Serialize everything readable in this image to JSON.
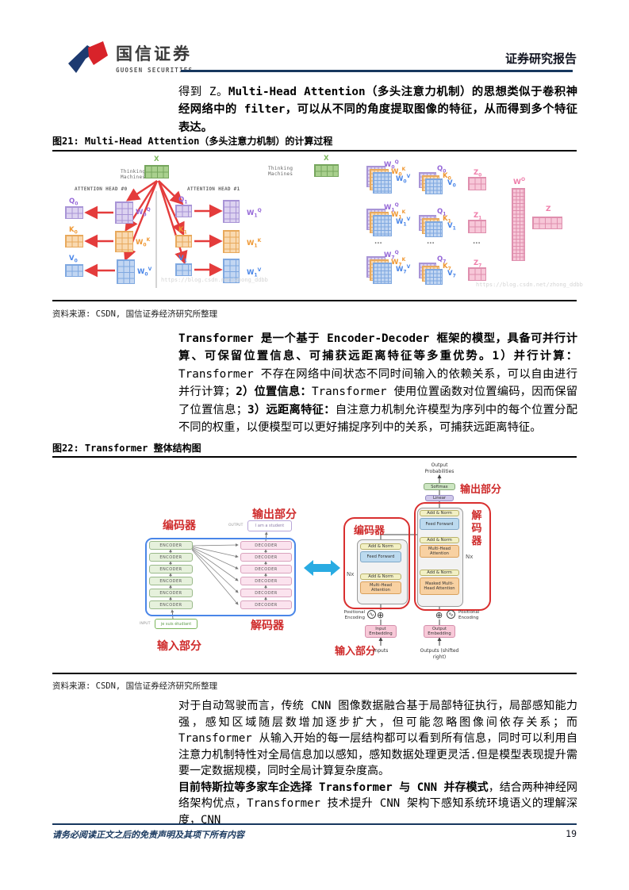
{
  "colors": {
    "navy": "#17375e",
    "annotation_red": "#cf2b2b",
    "arrow_red": "#e43c3c",
    "arrow_cyan": "#29abe2"
  },
  "header": {
    "brand_cn": "国信证券",
    "brand_en": "GUOSEN SECURITIES",
    "report_type": "证券研究报告"
  },
  "p1": {
    "normal": "得到 Z。",
    "bold": "Multi-Head Attention（多头注意力机制）的思想类似于卷积神经网络中的 filter，可以从不同的角度提取图像的特征，从而得到多个特征表达。"
  },
  "fig21": {
    "title": "图21: Multi-Head Attention（多头注意力机制）的计算过程",
    "source": "资料来源: CSDN, 国信证券经济研究所整理",
    "watermark": "https://blog.csdn.net/zhong_ddbb",
    "left": {
      "thinking": "Thinking Machines",
      "x_label": "X",
      "head0": "ATTENTION HEAD #0",
      "head1": "ATTENTION HEAD #1",
      "q0": {
        "b": "Q",
        "s": "0"
      },
      "k0": {
        "b": "K",
        "s": "0"
      },
      "v0": {
        "b": "V",
        "s": "0"
      },
      "q1": {
        "b": "Q",
        "s": "1"
      },
      "k1": {
        "b": "K",
        "s": "1"
      },
      "v1": {
        "b": "V",
        "s": "1"
      },
      "w0q": {
        "b": "W",
        "s": "0",
        "p": "Q"
      },
      "w0k": {
        "b": "W",
        "s": "0",
        "p": "K"
      },
      "w0v": {
        "b": "W",
        "s": "0",
        "p": "V"
      },
      "w1q": {
        "b": "W",
        "s": "1",
        "p": "Q"
      },
      "w1k": {
        "b": "W",
        "s": "1",
        "p": "K"
      },
      "w1v": {
        "b": "W",
        "s": "1",
        "p": "V"
      }
    },
    "right": {
      "thinking": "Thinking Machines",
      "x_label": "X",
      "ellipsis": "...",
      "rows": [
        {
          "wq": {
            "b": "W",
            "s": "0",
            "p": "Q"
          },
          "wk": {
            "b": "W",
            "s": "0",
            "p": "K"
          },
          "wv": {
            "b": "W",
            "s": "0",
            "p": "V"
          },
          "q": {
            "b": "Q",
            "s": "0"
          },
          "k": {
            "b": "K",
            "s": "0"
          },
          "v": {
            "b": "V",
            "s": "0"
          },
          "z": {
            "b": "Z",
            "s": "0"
          }
        },
        {
          "wq": {
            "b": "W",
            "s": "1",
            "p": "Q"
          },
          "wk": {
            "b": "W",
            "s": "1",
            "p": "K"
          },
          "wv": {
            "b": "W",
            "s": "1",
            "p": "V"
          },
          "q": {
            "b": "Q",
            "s": "1"
          },
          "k": {
            "b": "K",
            "s": "1"
          },
          "v": {
            "b": "V",
            "s": "1"
          },
          "z": {
            "b": "Z",
            "s": "1"
          }
        },
        {
          "wq": {
            "b": "W",
            "s": "7",
            "p": "Q"
          },
          "wk": {
            "b": "W",
            "s": "7",
            "p": "K"
          },
          "wv": {
            "b": "W",
            "s": "7",
            "p": "V"
          },
          "q": {
            "b": "Q",
            "s": "7"
          },
          "k": {
            "b": "K",
            "s": "7"
          },
          "v": {
            "b": "V",
            "s": "7"
          },
          "z": {
            "b": "Z",
            "s": "7"
          }
        }
      ],
      "wo": {
        "b": "W",
        "p": "O"
      },
      "z_label": "Z"
    }
  },
  "p2": {
    "seg1_bold": "Transformer 是一个基于 Encoder-Decoder 框架的模型，具备可并行计算、可保留位置信息、可捕获远距离特征等多重优势。1）并行计算：",
    "seg2": "Transformer 不存在网络中间状态不同时间输入的依赖关系，可以自由进行并行计算；",
    "seg3_bold": "2）位置信息：",
    "seg4": "Transformer 使用位置函数对位置编码，因而保留了位置信息；",
    "seg5_bold": "3）远距离特征：",
    "seg6": "自注意力机制允许模型为序列中的每个位置分配不同的权重，以便模型可以更好捕捉序列中的关系，可捕获远距离特征。"
  },
  "fig22": {
    "title": "图22: Transformer 整体结构图",
    "source": "资料来源: CSDN, 国信证券经济研究所整理",
    "left": {
      "encoder_cn": "编码器",
      "decoder_cn": "解码器",
      "output_cn": "输出部分",
      "input_cn": "输入部分",
      "output_label": "OUTPUT",
      "output_text": "I  am  a  student",
      "input_label": "INPUT",
      "input_text": "je  suis  étudiant",
      "encoder": "ENCODER",
      "decoder": "DECODER"
    },
    "right": {
      "output_prob": "Output Probabilities",
      "softmax": "Softmax",
      "linear": "Linear",
      "add_norm": "Add & Norm",
      "feed_forward": "Feed Forward",
      "mha": "Multi-Head Attention",
      "masked_mha": "Masked Multi-Head Attention",
      "nx": "Nx",
      "pos_enc": "Positional Encoding",
      "input_emb": "Input Embedding",
      "output_emb": "Output Embedding",
      "inputs": "Inputs",
      "outputs": "Outputs (shifted right)",
      "encoder_cn": "编码器",
      "decoder_cn": "解码器",
      "output_cn": "输出部分",
      "input_cn": "输入部分"
    }
  },
  "p3": {
    "text": "对于自动驾驶而言，传统 CNN 图像数据融合基于局部特征执行，局部感知能力强，感知区域随层数增加逐步扩大，但可能忽略图像间依存关系；而 Transformer 从输入开始的每一层结构都可以看到所有信息，同时可以利用自注意力机制特性对全局信息加以感知，感知数据处理更灵活.但是模型表现提升需要一定数据规模，同时全局计算复杂度高。"
  },
  "p4": {
    "bold": "目前特斯拉等多家车企选择 Transformer 与 CNN 并存模式",
    "normal": "，结合两种神经网络架构优点，Transformer 技术提升 CNN 架构下感知系统环境语义的理解深度，CNN"
  },
  "footer": {
    "disclaimer": "请务必阅读正文之后的免责声明及其项下所有内容",
    "page": "19"
  }
}
